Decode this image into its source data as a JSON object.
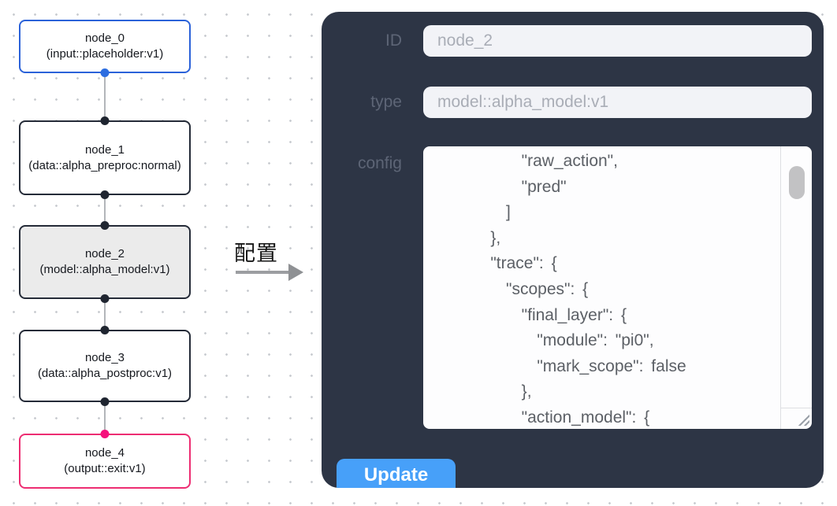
{
  "graph": {
    "nodes": [
      {
        "name": "node_0",
        "type": "(input::placeholder:v1)"
      },
      {
        "name": "node_1",
        "type": "(data::alpha_preproc:normal)"
      },
      {
        "name": "node_2",
        "type": "(model::alpha_model:v1)"
      },
      {
        "name": "node_3",
        "type": "(data::alpha_postproc:v1)"
      },
      {
        "name": "node_4",
        "type": "(output::exit:v1)"
      }
    ]
  },
  "transition": {
    "label": "配置"
  },
  "panel": {
    "id_label": "ID",
    "id_value": "node_2",
    "type_label": "type",
    "type_value": "model::alpha_model:v1",
    "config_label": "config",
    "config_text": "        \"raw_action\",\n        \"pred\"\n      ]\n    },\n    \"trace\": {\n      \"scopes\": {\n        \"final_layer\": {\n          \"module\": \"pi0\",\n          \"mark_scope\": false\n        },\n        \"action_model\": {",
    "update_label": "Update"
  },
  "colors": {
    "panel_bg": "#2d3545",
    "accent_blue": "#47a0f9",
    "input_node_border": "#2b62d9",
    "output_node_border": "#ed2d72",
    "default_node_border": "#252b38",
    "selected_node_bg": "#ebebeb",
    "output_handle": "#f5127d",
    "input_handle": "#2c6de0"
  }
}
